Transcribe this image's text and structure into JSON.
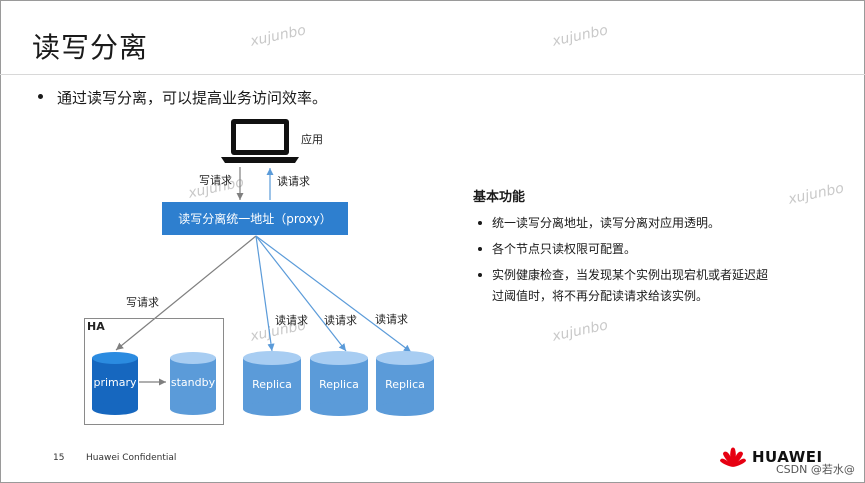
{
  "slide": {
    "title": "读写分离",
    "main_bullet": "通过读写分离，可以提高业务访问效率。",
    "watermark": "xujunbo"
  },
  "diagram": {
    "app_label": "应用",
    "write_request_label": "写请求",
    "read_request_label": "读请求",
    "proxy_label": "读写分离统一地址（proxy）",
    "ha_label": "HA",
    "primary_label": "primary",
    "standby_label": "standby",
    "replica_labels": [
      "Replica",
      "Replica",
      "Replica"
    ],
    "read_labels": [
      "读请求",
      "读请求",
      "读请求"
    ],
    "write_to_primary_label": "写请求"
  },
  "features": {
    "title": "基本功能",
    "items": [
      "统一读写分离地址，读写分离对应用透明。",
      "各个节点只读权限可配置。",
      "实例健康检查，当发现某个实例出现宕机或者延迟超过阈值时，将不再分配读请求给该实例。"
    ]
  },
  "footer": {
    "page_number": "15",
    "confidential": "Huawei Confidential",
    "brand": "HUAWEI",
    "credit": "CSDN @若水@"
  },
  "colors": {
    "proxy_blue": "#2e7fcf",
    "primary_blue": "#1667bf",
    "light_blue": "#5b9bd9",
    "arrow_gray": "#7f7f7f",
    "arrow_blue": "#5b9bd9",
    "huawei_red": "#e60012"
  }
}
